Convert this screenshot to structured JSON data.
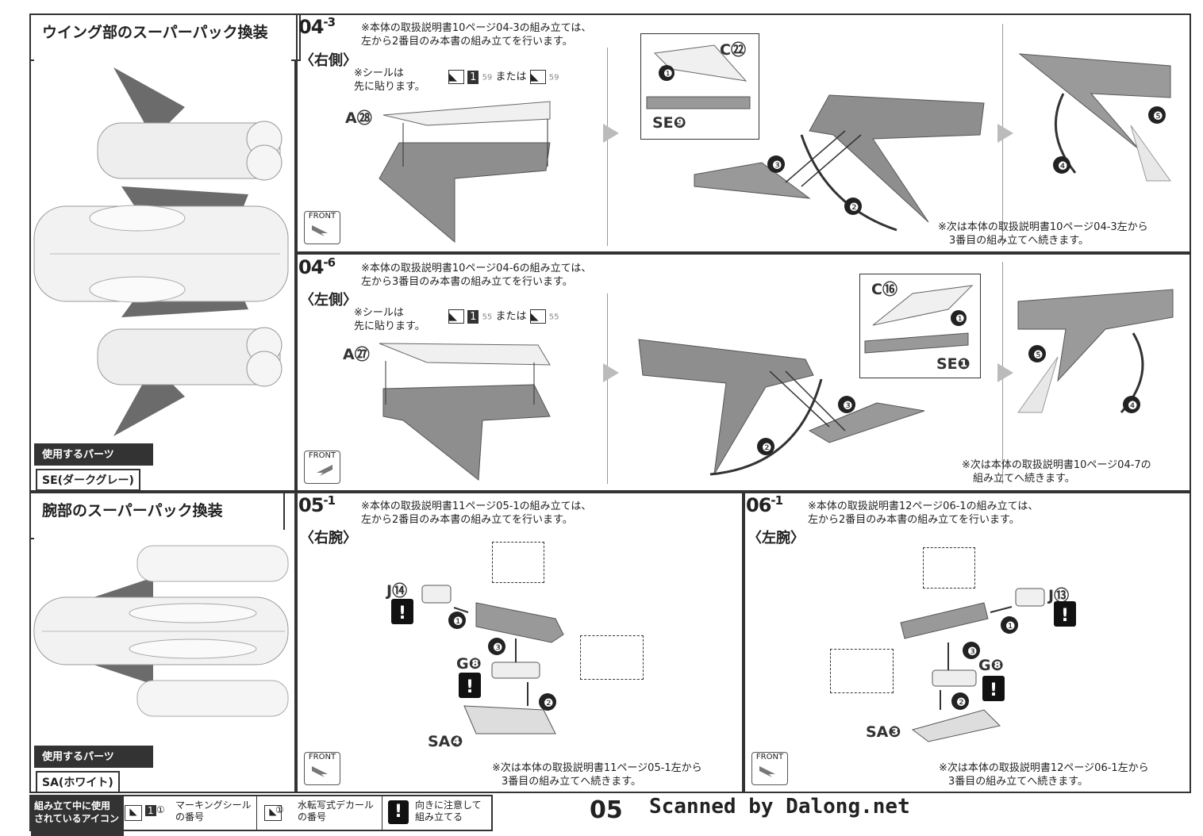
{
  "sections": {
    "wing": {
      "title": "ウイング部のスーパーパック換装",
      "parts_heading": "使用するパーツ",
      "parts_value": "SE(ダークグレー)"
    },
    "arm": {
      "title": "腕部のスーパーパック換装",
      "parts_heading": "使用するパーツ",
      "parts_value": "SA(ホワイト)"
    }
  },
  "steps": {
    "s04_3": {
      "no": "04",
      "sub": "-3",
      "note_line1": "※本体の取扱説明書10ページ04-3の組み立ては、",
      "note_line2": "左から2番目のみ本書の組み立てを行います。",
      "side": "〈右側〉",
      "sticker_line1": "※シールは",
      "sticker_line2": "先に貼ります。",
      "sticker_or": "または",
      "sticker_num_a": "59",
      "sticker_num_b": "59",
      "part_a": "A㉘",
      "part_c": "C㉒",
      "part_se": "SE❾",
      "front": "FRONT",
      "next_line1": "※次は本体の取扱説明書10ページ04-3左から",
      "next_line2": "3番目の組み立てへ続きます。"
    },
    "s04_6": {
      "no": "04",
      "sub": "-6",
      "note_line1": "※本体の取扱説明書10ページ04-6の組み立ては、",
      "note_line2": "左から3番目のみ本書の組み立てを行います。",
      "side": "〈左側〉",
      "sticker_line1": "※シールは",
      "sticker_line2": "先に貼ります。",
      "sticker_or": "または",
      "sticker_num_a": "55",
      "sticker_num_b": "55",
      "part_a": "A㉗",
      "part_c": "C⑯",
      "part_se": "SE❶",
      "front": "FRONT",
      "next_line1": "※次は本体の取扱説明書10ページ04-7の",
      "next_line2": "組み立てへ続きます。"
    },
    "s05_1": {
      "no": "05",
      "sub": "-1",
      "note_line1": "※本体の取扱説明書11ページ05-1の組み立ては、",
      "note_line2": "左から2番目のみ本書の組み立てを行います。",
      "side": "〈右腕〉",
      "part_j": "J⑭",
      "part_g": "G❽",
      "part_sa": "SA❹",
      "front": "FRONT",
      "next_line1": "※次は本体の取扱説明書11ページ05-1左から",
      "next_line2": "3番目の組み立てへ続きます。"
    },
    "s06_1": {
      "no": "06",
      "sub": "-1",
      "note_line1": "※本体の取扱説明書12ページ06-1の組み立ては、",
      "note_line2": "左から2番目のみ本書の組み立てを行います。",
      "side": "〈左腕〉",
      "part_j": "J⑬",
      "part_g": "G❽",
      "part_sa": "SA❸",
      "front": "FRONT",
      "next_line1": "※次は本体の取扱説明書12ページ06-1左から",
      "next_line2": "3番目の組み立てへ続きます。"
    }
  },
  "legend": {
    "heading_line1": "組み立て中に使用",
    "heading_line2": "されているアイコン",
    "marking_line1": "マーキングシール",
    "marking_line2": "の番号",
    "decal_line1": "水転写式デカール",
    "decal_line2": "の番号",
    "caution_line1": "向きに注意して",
    "caution_line2": "組み立てる",
    "caution_icon": "!"
  },
  "step_numbers": [
    "❶",
    "❷",
    "❸",
    "❹",
    "❺"
  ],
  "page_number": "05",
  "scanned_by": "Scanned by Dalong.net"
}
